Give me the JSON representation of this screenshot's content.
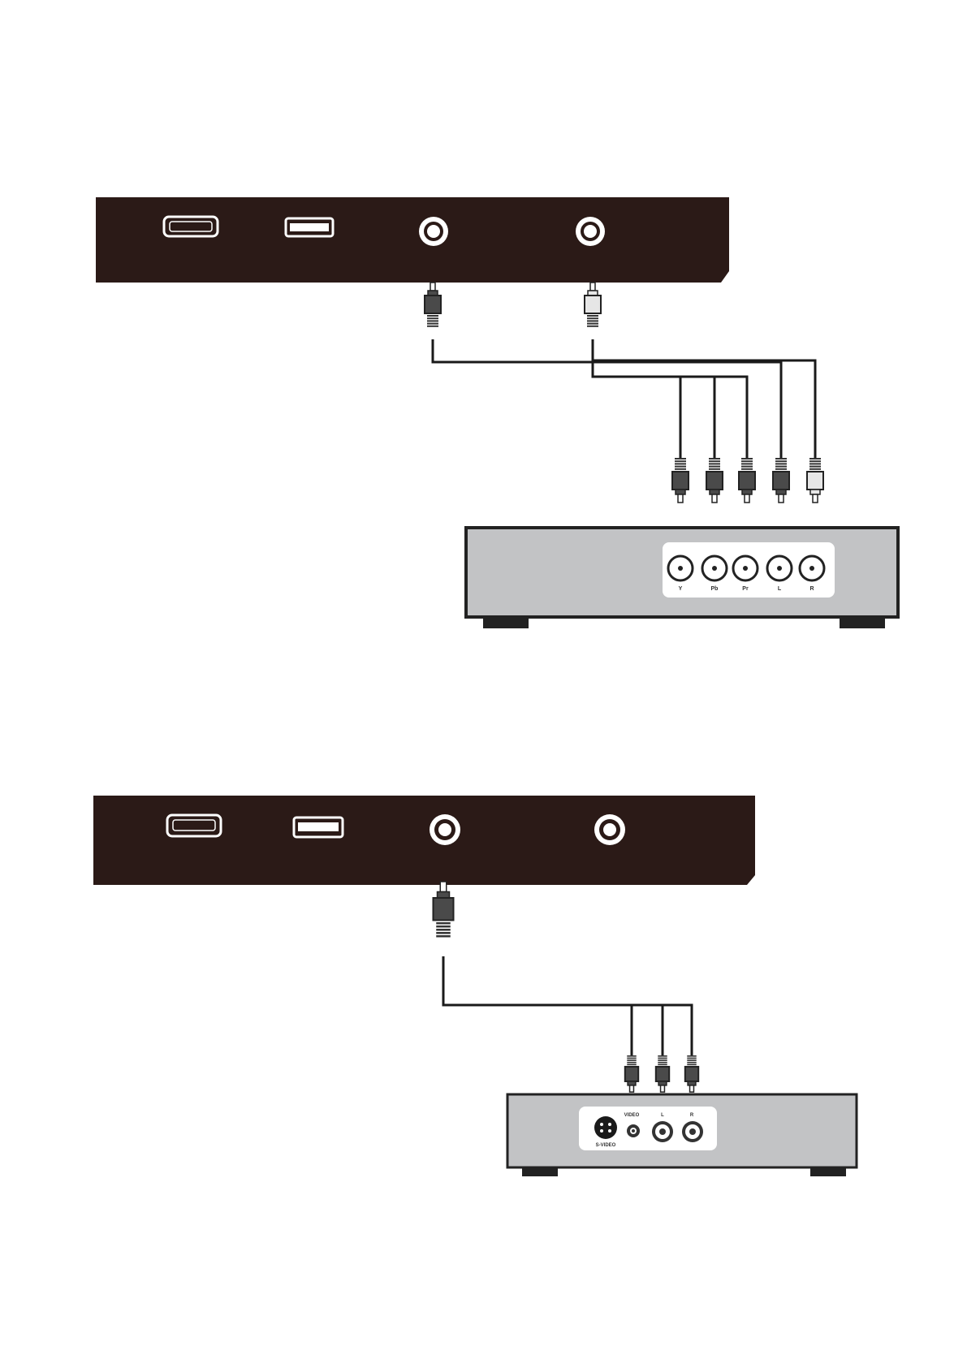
{
  "colors": {
    "panel": "#2b1a17",
    "device_body": "#c2c3c5",
    "device_outline": "#222222",
    "jack_panel": "#ffffff",
    "cable": "#1a1a1a",
    "plug_dark": "#4a4a4a",
    "plug_light": "#e6e6e6"
  },
  "diagram1": {
    "tv_ports": [
      "hdmi-port",
      "usb-port",
      "av-jack",
      "av-jack"
    ],
    "device_jack_labels": [
      "Y",
      "Pb",
      "Pr",
      "L",
      "R"
    ]
  },
  "diagram2": {
    "tv_ports": [
      "hdmi-port",
      "usb-port",
      "av-jack",
      "av-jack"
    ],
    "plug_labels": [
      "VIDEO",
      "L",
      "R"
    ],
    "svideo_label": "S-VIDEO"
  }
}
